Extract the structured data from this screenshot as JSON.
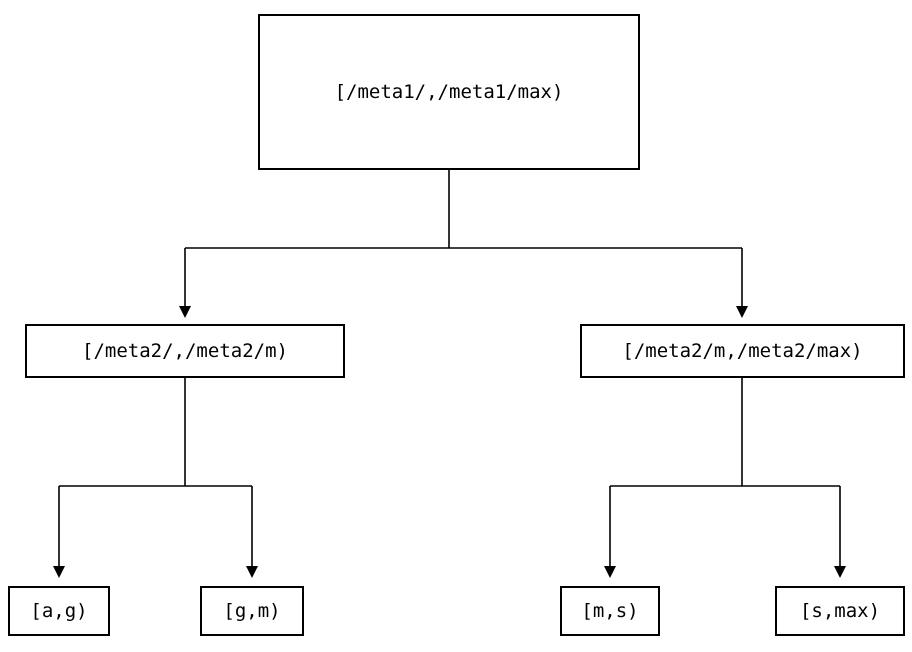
{
  "tree": {
    "root": "[/meta1/,/meta1/max)",
    "children": [
      {
        "label": "[/meta2/,/meta2/m)",
        "children": [
          "[a,g)",
          "[g,m)"
        ]
      },
      {
        "label": "[/meta2/m,/meta2/max)",
        "children": [
          "[m,s)",
          "[s,max)"
        ]
      }
    ]
  },
  "colors": {
    "line": "#000000",
    "box_border": "#000000",
    "background": "#ffffff",
    "text": "#000000"
  }
}
